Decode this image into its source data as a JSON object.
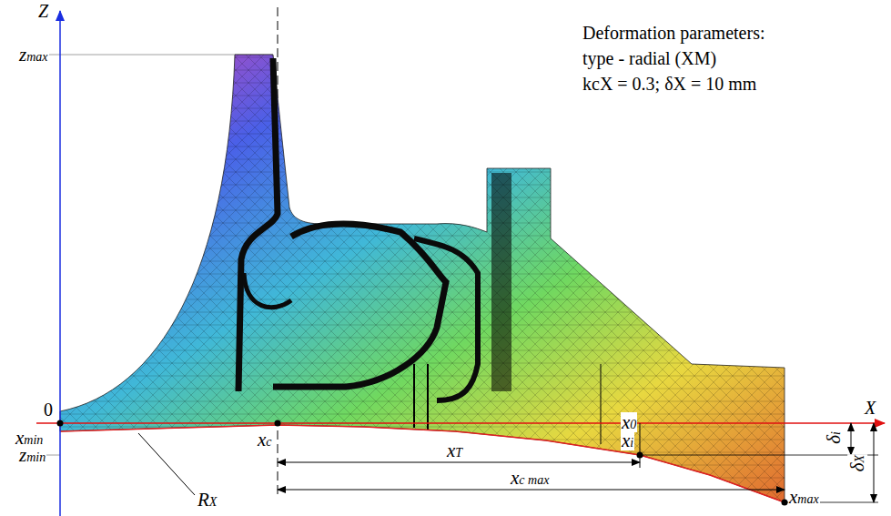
{
  "diagram": {
    "labels": [
      "Z",
      "zmax",
      "Deformation parameters:",
      "type - radial (XM)",
      "kcX = 0.3; δX = 10 mm",
      "0",
      "X",
      "xmin",
      "xc",
      "x0",
      "xi",
      "δi",
      "δX",
      "zmin",
      "xT",
      "xc max",
      "xmax",
      "RX"
    ]
  }
}
